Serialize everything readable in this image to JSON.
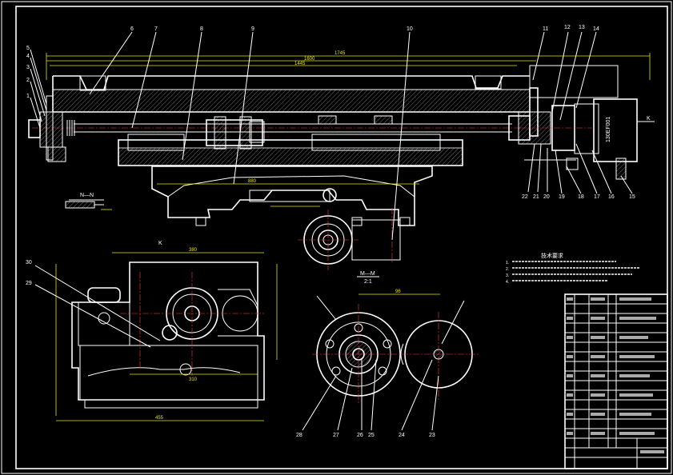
{
  "drawing": {
    "dimensions": {
      "overall_length": "1745",
      "length_2": "1600",
      "length_3": "1445",
      "base_width": "880",
      "view_k_width": "380",
      "view_k_bottom": "310",
      "view_k_total": "455",
      "roller_span": "96",
      "right_code": "130EF001"
    },
    "view_labels": {
      "section_nn": "N—N",
      "section_mm": "M—M",
      "scale_mm": "2:1",
      "arrow_k": "K",
      "view_k": "K"
    },
    "part_numbers": {
      "top": [
        "5",
        "4",
        "3",
        "2",
        "1",
        "6",
        "7",
        "8",
        "9",
        "10",
        "11",
        "12",
        "13",
        "14"
      ],
      "right_bottom": [
        "22",
        "21",
        "20",
        "19",
        "18",
        "17",
        "16",
        "15"
      ],
      "left_mid": [
        "30",
        "29"
      ],
      "bottom": [
        "28",
        "27",
        "26",
        "25",
        "24",
        "23"
      ]
    },
    "notes": {
      "title": "技术要求",
      "lines": [
        "1.",
        "2.",
        "3.",
        "4."
      ]
    }
  }
}
